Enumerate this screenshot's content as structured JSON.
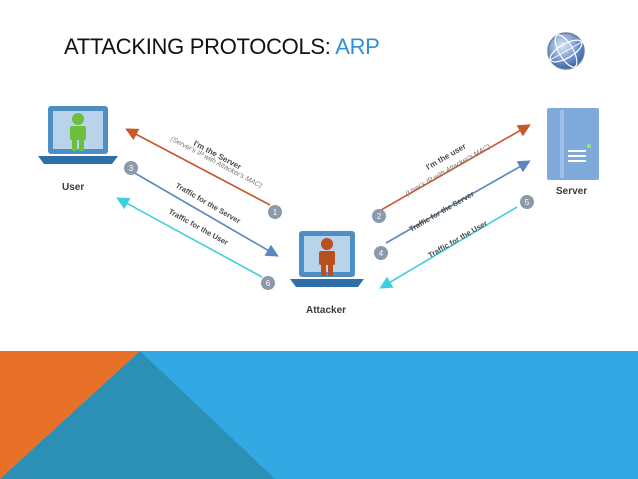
{
  "slide": {
    "title_main": "ATTACKING PROTOCOLS: ",
    "title_accent": "ARP"
  },
  "diagram": {
    "nodes": {
      "user": "User",
      "server": "Server",
      "attacker": "Attacker"
    },
    "steps": {
      "s1": "1",
      "s2": "2",
      "s3": "3",
      "s4": "4",
      "s5": "5",
      "s6": "6"
    },
    "labels": {
      "left_top_1": "I'm the Server",
      "left_top_2": "(Server's IP with Attacker's MAC)",
      "left_mid": "Traffic for the Server",
      "left_bot": "Traffic for the User",
      "right_top_1": "I'm the user",
      "right_top_2": "(User's IP with Attacker's MAC)",
      "right_mid": "Traffic for the Server",
      "right_bot": "Traffic for the User"
    },
    "colors": {
      "orange_arrow": "#c8572a",
      "blue_arrow": "#5b86c0",
      "cyan_arrow": "#3fd0e0",
      "step_circle": "#8a9aab",
      "user_figure": "#6bbf3c",
      "attacker_figure": "#b8501f",
      "server_body": "#7ea9d9"
    }
  },
  "footer": {
    "colors": {
      "orange": "#e8712a",
      "dark_teal": "#2c8fb5",
      "blue": "#33a9e3"
    }
  }
}
